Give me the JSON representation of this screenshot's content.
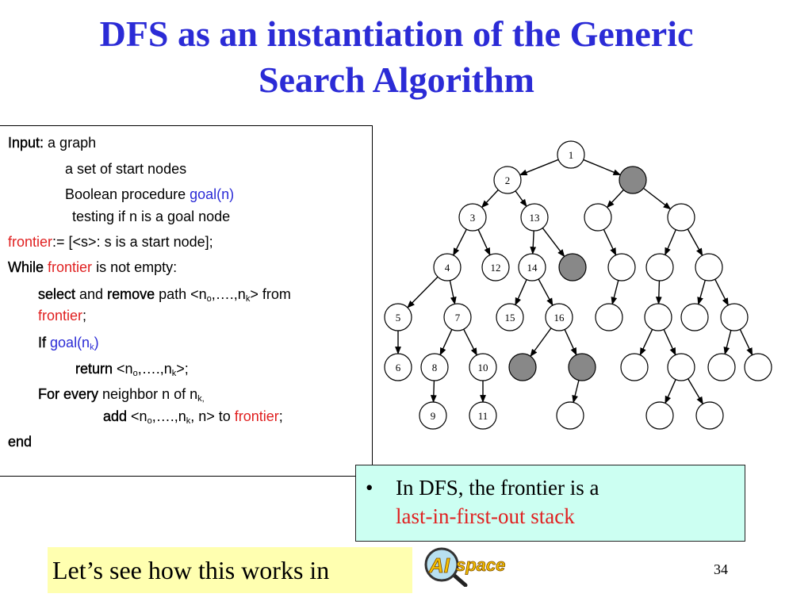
{
  "slide": {
    "title_line1": "DFS as an instantiation of the Generic",
    "title_line2": "Search Algorithm",
    "page_number": "34"
  },
  "algorithm": {
    "input_kw": "Input:",
    "input_text": " a graph",
    "start_nodes": "a set of start nodes",
    "bool_proc": "Boolean procedure ",
    "goal_fn": "goal(n)",
    "testing": "testing if n is a goal node",
    "frontier_word": "frontier",
    "frontier_init": ":= [<s>: s is a start node];",
    "while_kw": "While",
    "while_frontier": "frontier",
    "while_rest": " is not empty:",
    "select_kw": "select",
    "and_word": " and ",
    "remove_kw": "remove",
    "path_pre": " path <n",
    "sub_o": "o",
    "path_mid": ",….,n",
    "sub_k": "k",
    "path_post": "> from",
    "frontier_semi": "frontier",
    "semi": ";",
    "if_kw": "If",
    "goal_pre": "goal(n",
    "goal_post": ")",
    "return_kw": "return",
    "return_pre": " <n",
    "return_post": ">;",
    "forevery_kw": "For every",
    "neighbor_text": " neighbor n of n",
    "neighbor_sub": "k,",
    "add_kw": "add",
    "add_pre": " <n",
    "add_post": ", n> to ",
    "add_frontier": "frontier",
    "end_kw": "end"
  },
  "tree": {
    "node_labels": [
      "1",
      "2",
      "3",
      "13",
      "4",
      "12",
      "14",
      "5",
      "7",
      "15",
      "16",
      "6",
      "8",
      "10",
      "9",
      "11"
    ],
    "colors": {
      "gray": "#888888",
      "white": "#ffffff"
    }
  },
  "callout": {
    "bullet": "•",
    "line1": "In DFS, the frontier is a",
    "line2": "last-in-first-out stack"
  },
  "bottom": {
    "text": "Let’s see how this works in",
    "logo_ai": "AI",
    "logo_space": "space"
  }
}
